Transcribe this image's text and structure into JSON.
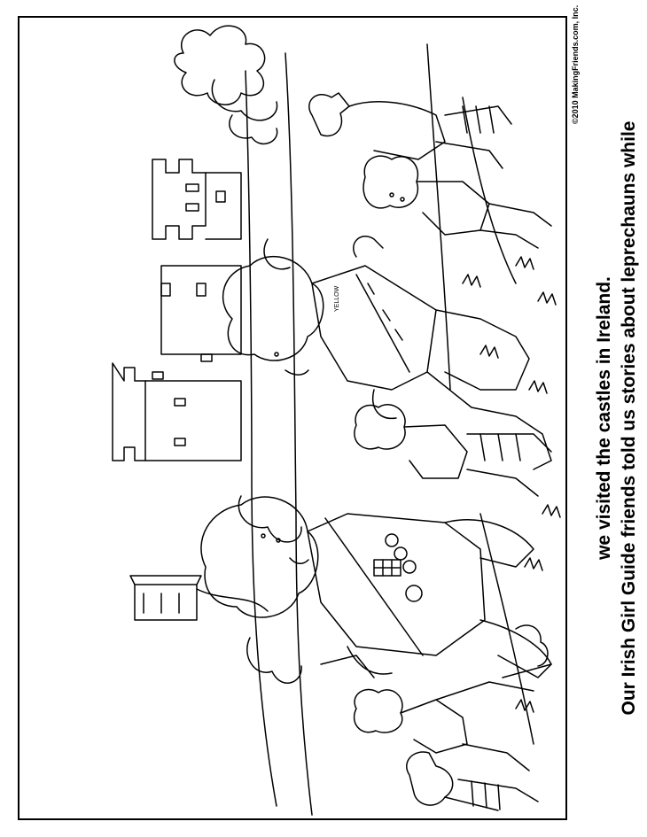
{
  "page": {
    "caption": {
      "line1": "Our Irish Girl Guide friends told us stories about leprechauns while",
      "line2": "we visited the castles in Ireland."
    },
    "copyright": "©2010 MakingFriends.com, Inc.",
    "sash_text": "YELLOW"
  },
  "colors": {
    "ink": "#000000",
    "paper": "#ffffff"
  }
}
